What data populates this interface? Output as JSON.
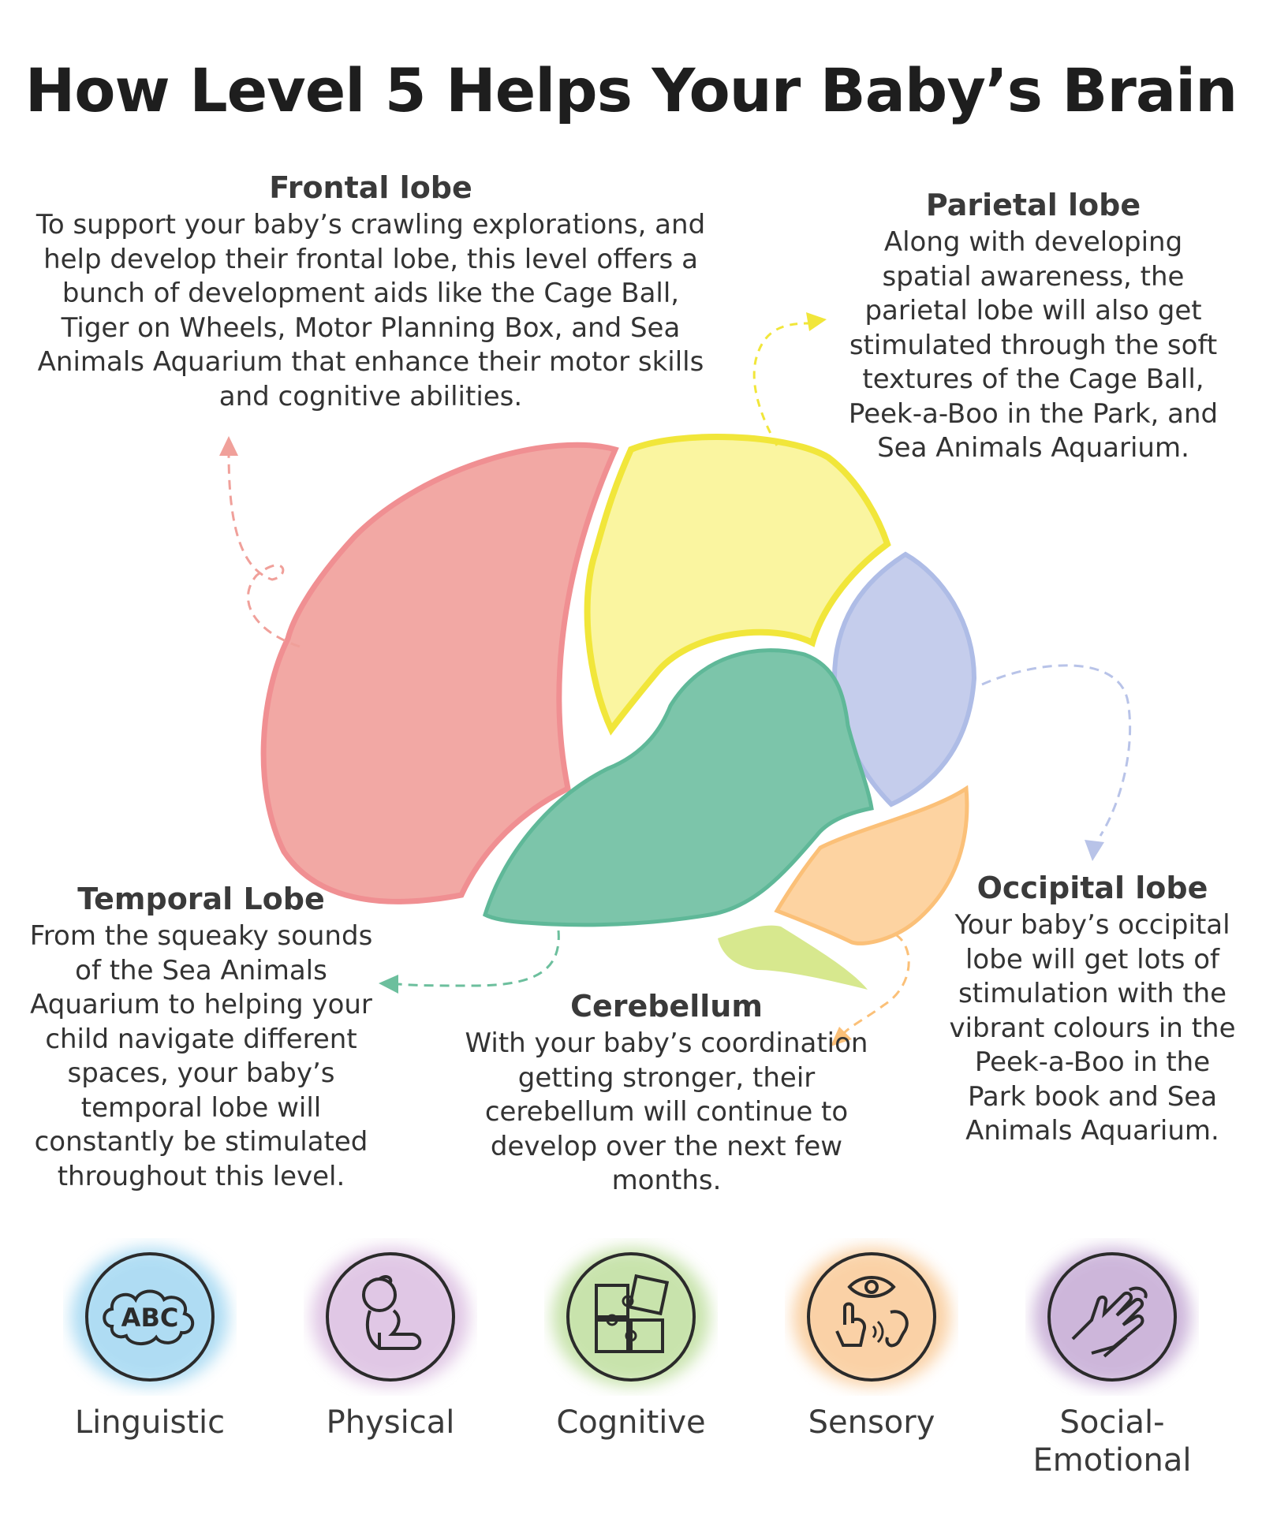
{
  "title": "How Level 5 Helps Your Baby’s Brain",
  "lobes": {
    "frontal": {
      "heading": "Frontal lobe",
      "body": "To support your baby’s crawling explorations, and help develop their frontal lobe, this level offers a bunch of development aids like the Cage Ball, Tiger on Wheels, Motor Planning Box, and Sea Animals Aquarium that enhance their motor skills and cognitive abilities."
    },
    "parietal": {
      "heading": "Parietal lobe",
      "body": "Along with developing spatial awareness, the parietal lobe will also get stimulated through the soft textures of the Cage Ball, Peek-a-Boo in the Park, and Sea Animals Aquarium."
    },
    "temporal": {
      "heading": "Temporal Lobe",
      "body": "From the squeaky sounds of the Sea Animals Aquarium to helping your child navigate different spaces, your baby’s temporal lobe will constantly be stimulated throughout this level."
    },
    "cerebellum": {
      "heading": "Cerebellum",
      "body": "With your baby’s coordination getting stronger, their cerebellum will continue to develop over the next few months."
    },
    "occipital": {
      "heading": "Occipital lobe",
      "body": "Your baby’s occipital lobe will get lots of stimulation with the vibrant colours in the Peek-a-Boo in the Park book and Sea Animals Aquarium."
    }
  },
  "colors": {
    "frontal": "#f2a8a4",
    "frontal_stroke": "#f08f92",
    "parietal": "#faf5a0",
    "parietal_stroke": "#f1e63a",
    "occipital": "#c5cdec",
    "occipital_stroke": "#aebce6",
    "temporal": "#7cc5aa",
    "temporal_stroke": "#5fb898",
    "cerebellum": "#fdd3a1",
    "cerebellum_stroke": "#fbc078",
    "brainstem": "#d7e88e"
  },
  "development": [
    {
      "label": "Linguistic",
      "icon": "abc-cloud-icon",
      "color": "#6ec1ea"
    },
    {
      "label": "Physical",
      "icon": "crawling-baby-icon",
      "color": "#c89bd0"
    },
    {
      "label": "Cognitive",
      "icon": "puzzle-icon",
      "color": "#9ccd6a"
    },
    {
      "label": "Sensory",
      "icon": "senses-icon",
      "color": "#f6ad5e"
    },
    {
      "label": "Social-\nEmotional",
      "icon": "hands-icon",
      "color": "#a57bbd"
    }
  ]
}
